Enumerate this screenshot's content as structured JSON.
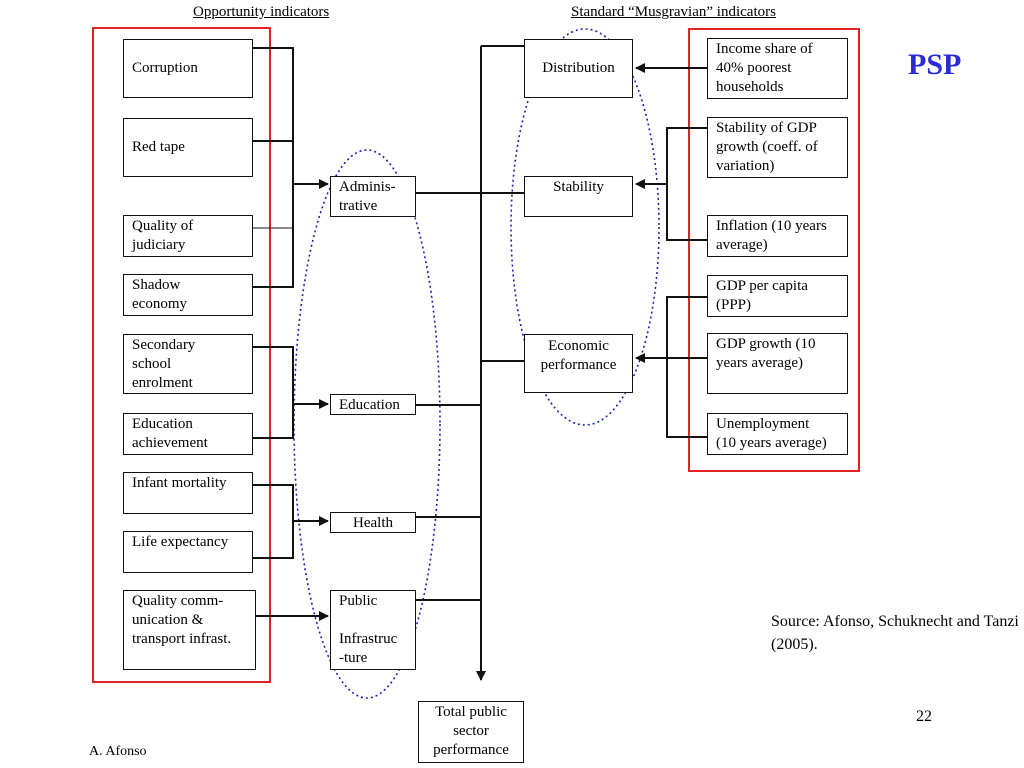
{
  "headers": {
    "opportunity": "Opportunity indicators",
    "musgravian": "Standard “Musgravian” indicators"
  },
  "psp_label": "PSP",
  "opportunity_indicators": [
    "Corruption",
    "Red tape",
    "Quality of\njudiciary",
    "Shadow\neconomy",
    "Secondary\nschool\nenrolment",
    "Education\nachievement",
    "Infant mortality",
    "Life expectancy",
    "Quality comm-\nunication &\ntransport infrast."
  ],
  "opportunity_groups": [
    "Adminis-\ntrative",
    "Education",
    "Health",
    "Public\n\nInfrastruc\n-ture"
  ],
  "musgravian_groups": [
    "Distribution",
    "Stability",
    "Economic\nperformance"
  ],
  "musgravian_indicators": [
    "Income share  of\n40% poorest\nhouseholds",
    "Stability  of  GDP\ngrowth  (coeff.  of\nvariation)",
    "Inflation (10 years\naverage)",
    "GDP per capita\n(PPP)",
    "GDP growth (10\nyears average)",
    "Unemployment\n(10 years average)"
  ],
  "total": "Total public\nsector\nperformance",
  "source": "Source: Afonso, Schuknecht and Tanzi (2005).",
  "page_number": "22",
  "author": "A. Afonso",
  "colors": {
    "frame_red": "#e02424",
    "ellipse_blue": "#1f1fb4",
    "psp_blue": "#2a2ad8"
  }
}
